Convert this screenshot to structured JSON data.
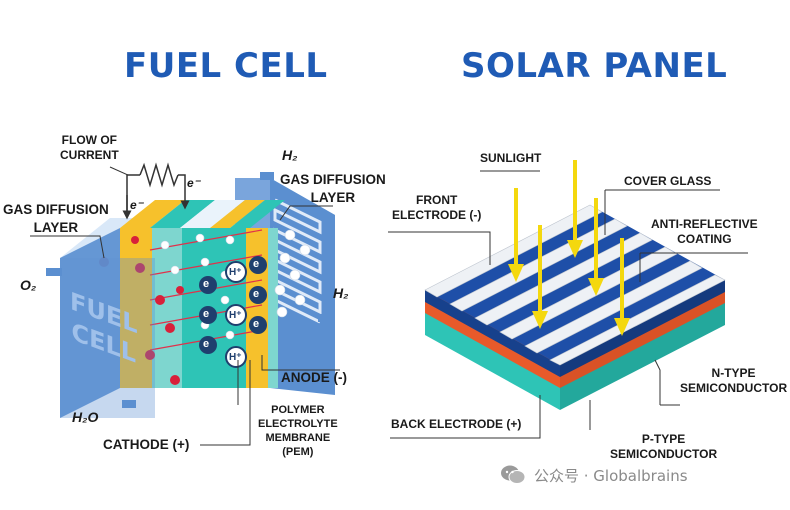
{
  "fuel_cell": {
    "title": "FUEL CELL",
    "flow_of_current": [
      "FLOW OF",
      "CURRENT"
    ],
    "gas_diffusion_left": [
      "GAS DIFFUSION",
      "LAYER"
    ],
    "gas_diffusion_right": [
      "GAS DIFFUSION",
      "LAYER"
    ],
    "o2": "O₂",
    "h2_top": "H₂",
    "h2_right": "H₂",
    "h2o": "H₂O",
    "electron": "e⁻",
    "proton": "H⁺",
    "e_inner": "e",
    "box_text": [
      "FUEL",
      "CELL"
    ],
    "anode": "ANODE (-)",
    "cathode": "CATHODE (+)",
    "pem": [
      "POLYMER",
      "ELECTROLYTE",
      "MEMBRANE",
      "(PEM)"
    ]
  },
  "solar_panel": {
    "title": "SOLAR PANEL",
    "sunlight": "SUNLIGHT",
    "front_electrode": [
      "FRONT",
      "ELECTRODE (-)"
    ],
    "cover_glass": "COVER GLASS",
    "anti_reflective": [
      "ANTI-REFLECTIVE",
      "COATING"
    ],
    "n_type": [
      "N-TYPE",
      "SEMICONDUCTOR"
    ],
    "back_electrode": "BACK ELECTRODE (+)",
    "p_type": [
      "P-TYPE",
      "SEMICONDUCTOR"
    ]
  },
  "watermark": "公众号 · Globalbrains",
  "colors": {
    "title_blue": "#1f5bb5",
    "cell_blue": "#5b8fd0",
    "teal": "#2ec4b6",
    "yellow": "#f6c12c",
    "panel_blue": "#1e4fa8",
    "n_layer": "#f26a3c",
    "arrow_yellow": "#f4d80e"
  }
}
